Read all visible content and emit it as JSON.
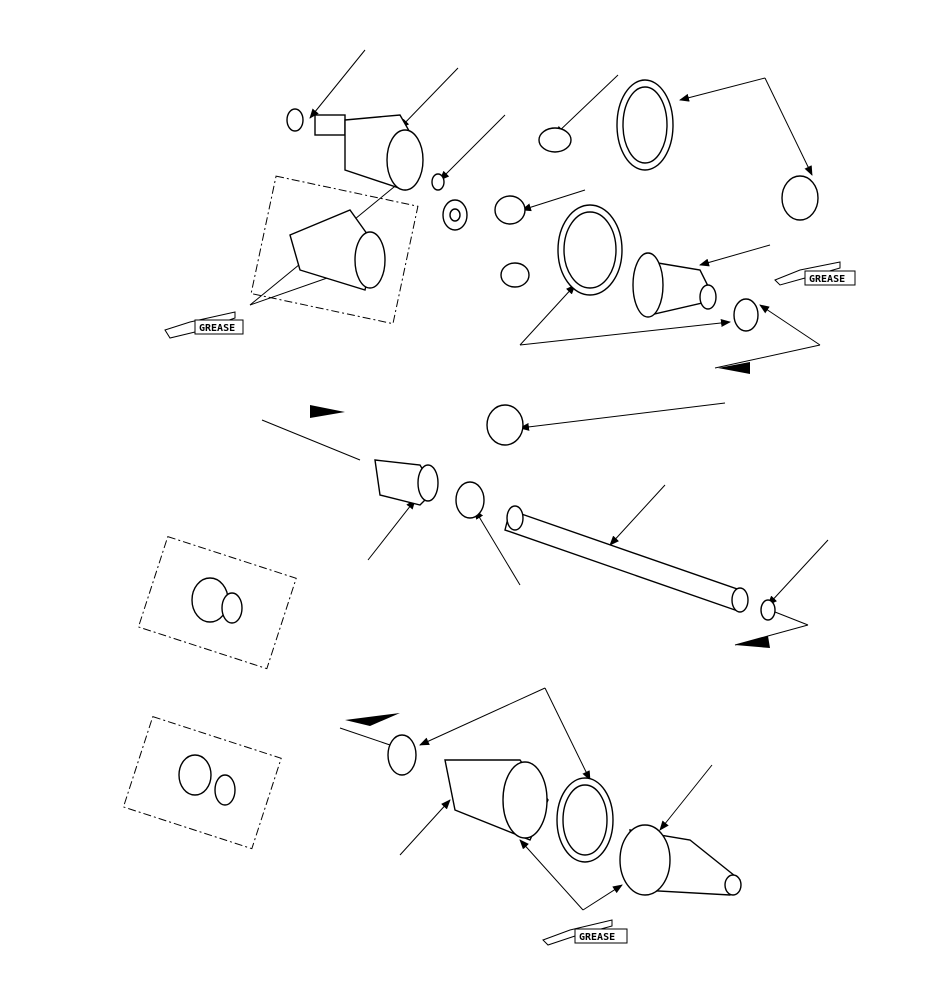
{
  "diagram": {
    "grease_labels": [
      "GREASE",
      "GREASE",
      "GREASE"
    ],
    "line_color": "#000000",
    "background": "#ffffff"
  }
}
